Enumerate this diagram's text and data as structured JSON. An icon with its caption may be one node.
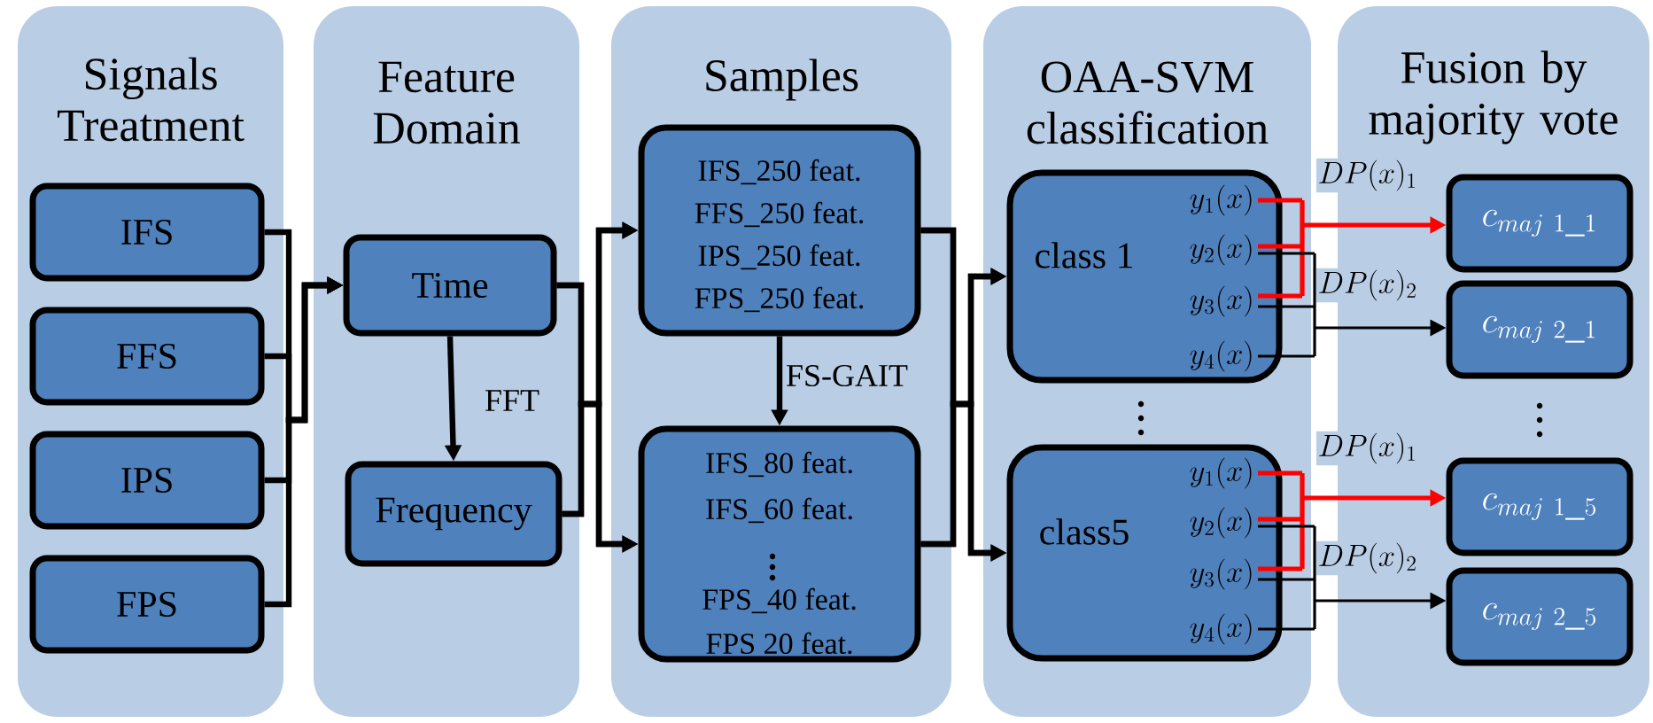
{
  "diagram": {
    "nodes": [
      {
        "text": [
          "Signals Treatment"
        ]
      },
      {
        "text": [
          "IFS"
        ],
        "in": 0
      },
      {
        "text": [
          "FFS"
        ],
        "in": 0
      },
      {
        "text": [
          "IPS"
        ],
        "in": 0
      },
      {
        "text": [
          "FPS"
        ],
        "in": 0
      },
      {
        "text": [
          "Feature Domain"
        ]
      },
      {
        "text": [
          "Time"
        ],
        "in": 5
      },
      {
        "text": [
          "Frequency"
        ],
        "in": 5
      },
      {
        "text": [
          "Samples"
        ]
      },
      {
        "text": [
          "IFS_250 feat.",
          "FFS_250 feat.",
          "IPS_250 feat.",
          "FPS_250 feat."
        ],
        "in": 8
      },
      {
        "text": [
          "IFS_80 feat.",
          "IFS_60 feat.",
          "FPS_40 feat.",
          "FPS 20 feat."
        ],
        "in": 8
      },
      {
        "text": [
          "OAA-SVM classification"
        ]
      },
      {
        "text": [
          "class 1",
          "y_1(x)",
          "y_2(x)",
          "y_3(x)",
          "y_4(x)"
        ],
        "in": 11
      },
      {
        "text": [
          "class5",
          "y_1(x)",
          "y_2(x)",
          "y_3(x)",
          "y_4(x)"
        ],
        "in": 11
      },
      {
        "text": [
          "Fusion by majority vote"
        ]
      },
      {
        "text": [
          "c_{maj\\ 1\\_1}"
        ],
        "in": 14
      },
      {
        "text": [
          "c_{maj\\ 2\\_1}"
        ],
        "in": 14
      },
      {
        "text": [
          "c_{maj\\ 1\\_5}"
        ],
        "in": 14
      },
      {
        "text": [
          "c_{maj\\ 2\\_5}"
        ],
        "in": 14
      }
    ],
    "edges": [
      {
        "from": 1,
        "to": 6,
        "arrow": "to"
      },
      {
        "from": 2,
        "to": 6,
        "arrow": "to"
      },
      {
        "from": 3,
        "to": 6,
        "arrow": "to"
      },
      {
        "from": 4,
        "to": 6,
        "arrow": "to"
      },
      {
        "from": 6,
        "to": 7,
        "arrow": "to",
        "label": "FFT"
      },
      {
        "from": 6,
        "to": 9,
        "arrow": "to"
      },
      {
        "from": 6,
        "to": 10,
        "arrow": "to"
      },
      {
        "from": 7,
        "to": 9,
        "arrow": "to"
      },
      {
        "from": 7,
        "to": 10,
        "arrow": "to"
      },
      {
        "from": 9,
        "to": 10,
        "arrow": "to",
        "label": "FS-GAIT"
      },
      {
        "from": 9,
        "to": 12,
        "arrow": "to"
      },
      {
        "from": 9,
        "to": 13,
        "arrow": "to"
      },
      {
        "from": 10,
        "to": 12,
        "arrow": "to"
      },
      {
        "from": 10,
        "to": 13,
        "arrow": "to"
      },
      {
        "from": 12,
        "to": 15,
        "arrow": "to",
        "color": "#ff0000",
        "label": "DP(x)_1"
      },
      {
        "from": 12,
        "to": 16,
        "arrow": "to",
        "label": "DP(x)_2"
      },
      {
        "from": 13,
        "to": 17,
        "arrow": "to",
        "color": "#ff0000",
        "label": "DP(x)_1"
      },
      {
        "from": 13,
        "to": 18,
        "arrow": "to",
        "label": "DP(x)_2"
      }
    ]
  }
}
